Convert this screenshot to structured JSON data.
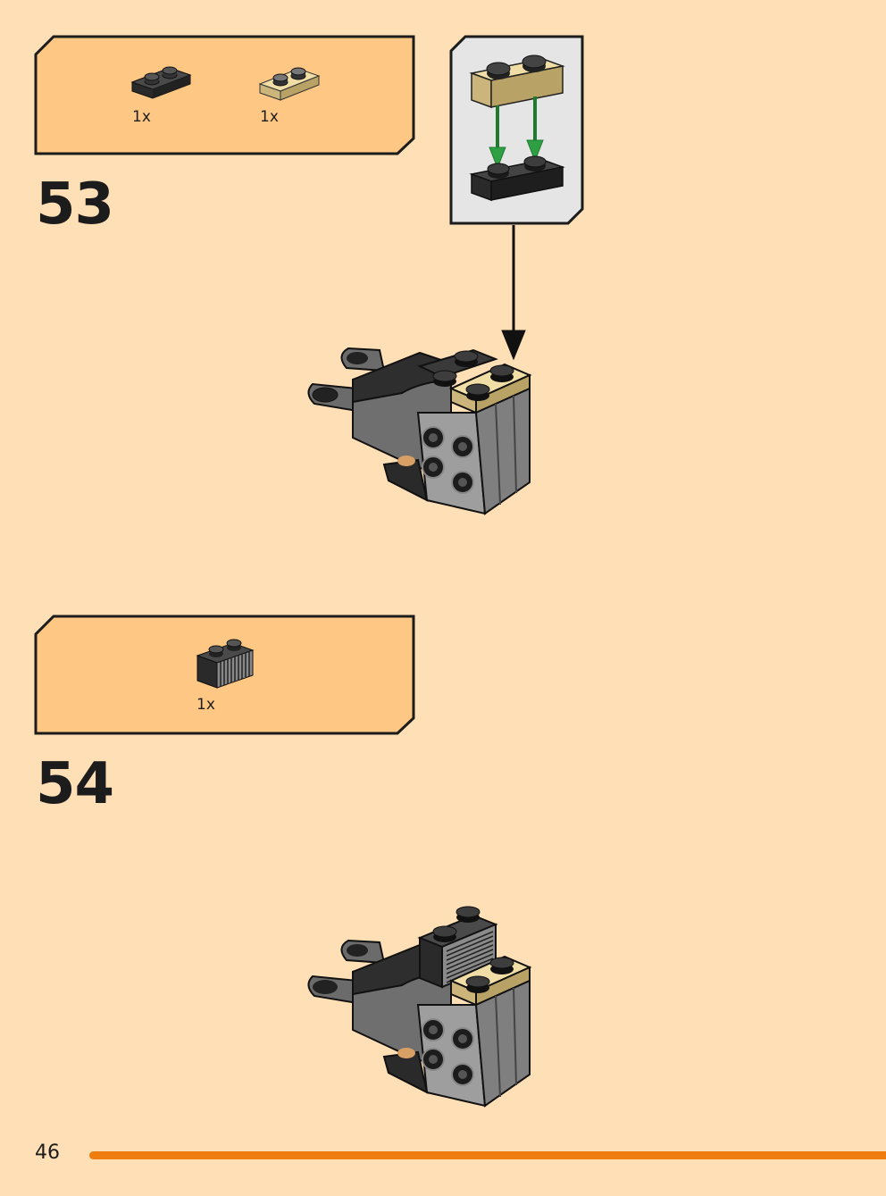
{
  "steps": [
    {
      "number": "53",
      "parts": [
        {
          "qty": "1x",
          "name": "dark-gray-plate-1x2",
          "color": "#3b3b3b"
        },
        {
          "qty": "1x",
          "name": "tan-plate-1x2",
          "color": "#e1cc95"
        }
      ]
    },
    {
      "number": "54",
      "parts": [
        {
          "qty": "1x",
          "name": "dark-gray-grille-brick-1x2",
          "color": "#3b3b3b"
        }
      ]
    }
  ],
  "page": {
    "number": "46",
    "accent_color": "#ee7c0f",
    "background": "#ffdfb6"
  }
}
